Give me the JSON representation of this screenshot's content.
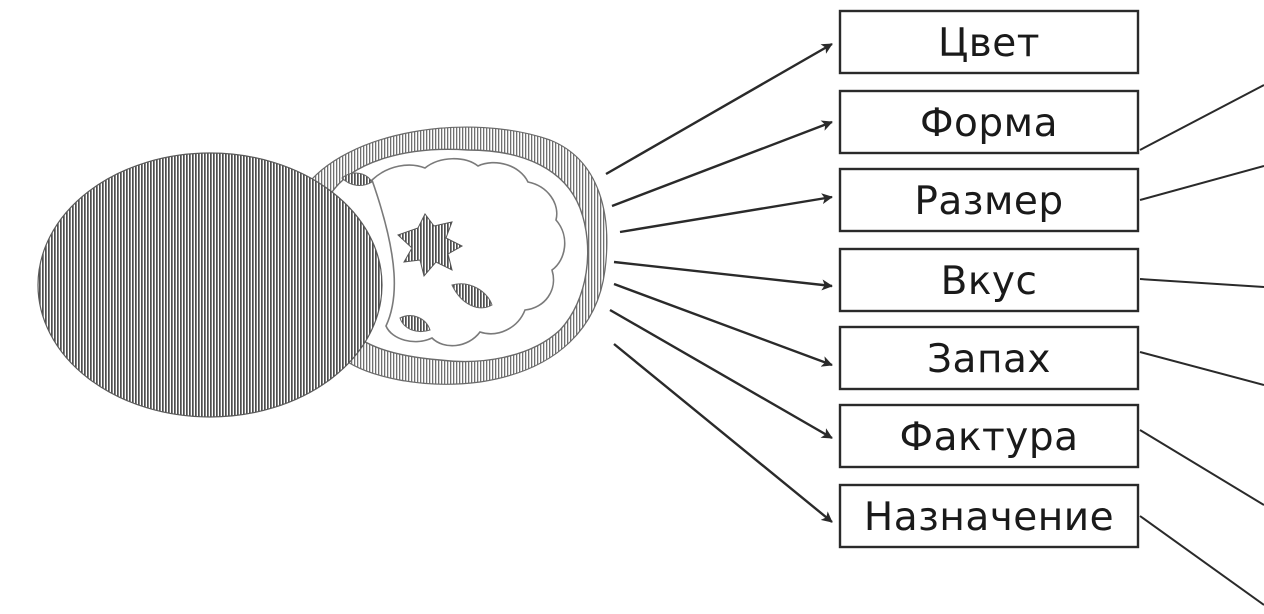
{
  "diagram": {
    "properties": [
      {
        "label": "Цвет"
      },
      {
        "label": "Форма"
      },
      {
        "label": "Размер"
      },
      {
        "label": "Вкус"
      },
      {
        "label": "Запах"
      },
      {
        "label": "Фактура"
      },
      {
        "label": "Назначение"
      }
    ],
    "colors": {
      "ink": "#2a2a2a",
      "hatch": "#555555",
      "background": "#ffffff"
    },
    "icons": {
      "object": "cut-fruit-icon",
      "arrow": "arrowhead"
    }
  }
}
